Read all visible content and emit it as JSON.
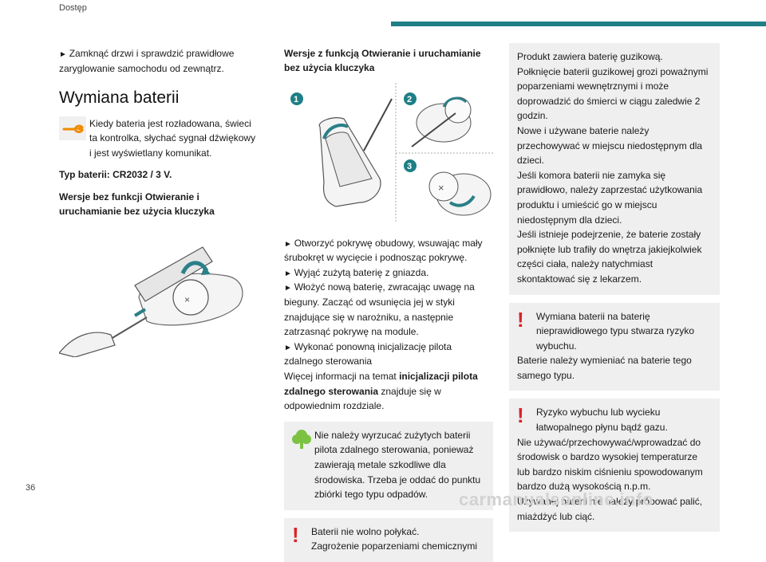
{
  "header": {
    "section": "Dostęp",
    "accent": "#1e7f86"
  },
  "footer": {
    "page_number": "36",
    "watermark": "carmanualsonline.info"
  },
  "col1": {
    "intro": "Zamknąć drzwi i sprawdzić prawidłowe zaryglowanie samochodu od zewnątrz.",
    "title": "Wymiana baterii",
    "warning_text": "Kiedy bateria jest rozładowana, świeci ta kontrolka, słychać sygnał dźwiękowy i jest wyświetlany komunikat.",
    "battery_type": "Typ baterii: CR2032 / 3 V.",
    "sub_heading": "Wersje bez funkcji Otwieranie i uruchamianie bez użycia kluczyka",
    "icon": "wrench-icon"
  },
  "col2": {
    "heading": "Wersje z funkcją Otwieranie i uruchamianie bez użycia kluczyka",
    "steps": [
      "Otworzyć pokrywę obudowy, wsuwając mały śrubokręt w wycięcie i podnosząc pokrywę.",
      "Wyjąć zużytą baterię z gniazda.",
      "Włożyć nową baterię, zwracając uwagę na bieguny. Zacząć od wsunięcia jej w styki znajdujące się w narożniku, a następnie zatrzasnąć pokrywę na module.",
      "Wykonać ponowną inicjalizację pilota zdalnego sterowania"
    ],
    "more_prefix": "Więcej informacji na temat",
    "more_bold": "inicjalizacji pilota zdalnego sterowania",
    "more_suffix": "znajduje się w odpowiednim rozdziale.",
    "eco_note": "Nie należy wyrzucać zużytych baterii pilota zdalnego sterowania, ponieważ zawierają metale szkodliwe dla środowiska. Trzeba je oddać do punktu zbiórki tego typu odpadów.",
    "swallow_warning": "Baterii nie wolno połykać.\nZagrożenie poparzeniami chemicznymi",
    "figure_labels": [
      "1",
      "2",
      "3"
    ]
  },
  "col3": {
    "box1": "Produkt zawiera baterię guzikową.\nPołknięcie baterii guzikowej grozi poważnymi poparzeniami wewnętrznymi i może doprowadzić do śmierci w ciągu zaledwie 2 godzin.\nNowe i używane baterie należy przechowywać w miejscu niedostępnym dla dzieci.\nJeśli komora baterii nie zamyka się prawidłowo, należy zaprzestać użytkowania produktu i umieścić go w miejscu niedostępnym dla dzieci.\nJeśli istnieje podejrzenie, że baterie zostały połknięte lub trafiły do wnętrza jakiejkolwiek części ciała, należy natychmiast skontaktować się z lekarzem.",
    "box2_head": "Wymiana baterii na baterię nieprawidłowego typu stwarza ryzyko wybuchu.",
    "box2_tail": "Baterie należy wymieniać na baterie tego samego typu.",
    "box3_head": "Ryzyko wybuchu lub wycieku łatwopalnego płynu bądź gazu.",
    "box3_tail": "Nie używać/przechowywać/wprowadzać do środowisk o bardzo wysokiej temperaturze lub bardzo niskim ciśnieniu spowodowanym bardzo dużą wysokością n.p.m.\nUżywanej baterii nie należy próbować palić, miażdżyć lub ciąć."
  },
  "colors": {
    "accent": "#1e7f86",
    "warning": "#d8232a",
    "eco": "#7cc242",
    "box_bg": "#efefef",
    "step_circle": "#1e7f86"
  }
}
